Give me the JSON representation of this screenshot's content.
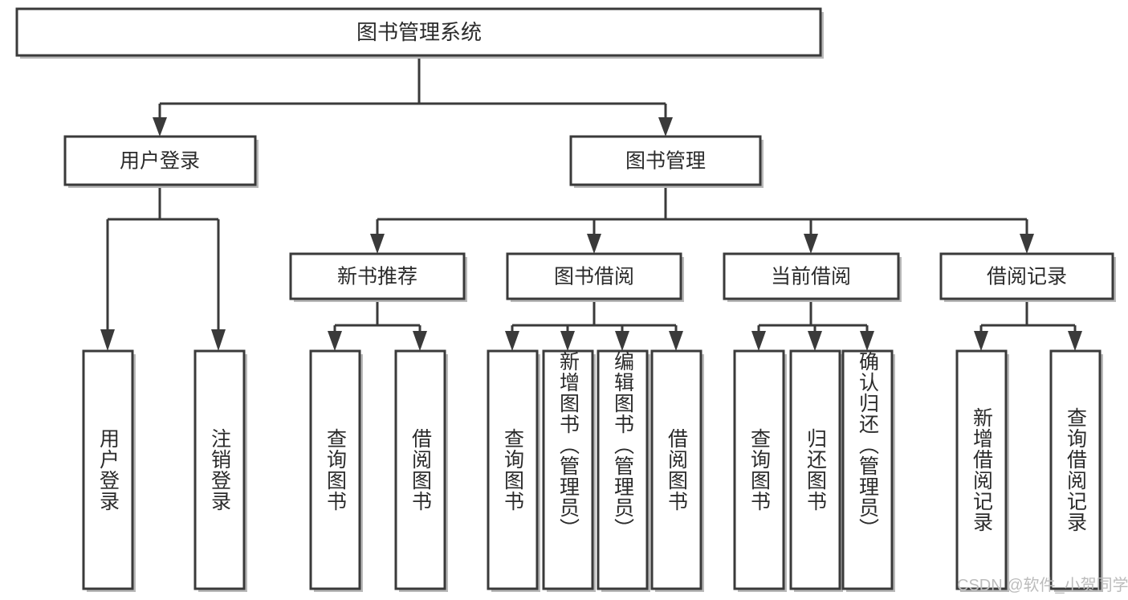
{
  "diagram": {
    "title": "图书管理系统",
    "type": "hierarchy-tree",
    "watermark": "CSDN @软件_小贺同学",
    "colors": {
      "stroke": "#3a3a3a",
      "box_fill": "#ffffff",
      "background": "#ffffff",
      "watermark": "#bcbcbc"
    },
    "root": {
      "label": "图书管理系统"
    },
    "level2": [
      {
        "label": "用户登录"
      },
      {
        "label": "图书管理"
      }
    ],
    "level3": [
      {
        "label": "新书推荐"
      },
      {
        "label": "图书借阅"
      },
      {
        "label": "当前借阅"
      },
      {
        "label": "借阅记录"
      }
    ],
    "leaves": {
      "user_login": [
        {
          "label": "用户登录"
        },
        {
          "label": "注销登录"
        }
      ],
      "new_book": [
        {
          "label": "查询图书"
        },
        {
          "label": "借阅图书"
        }
      ],
      "book_borrow": [
        {
          "label": "查询图书"
        },
        {
          "label": "新增图书（管理员）"
        },
        {
          "label": "编辑图书（管理员）"
        },
        {
          "label": "借阅图书"
        }
      ],
      "current_borrow": [
        {
          "label": "查询图书"
        },
        {
          "label": "归还图书"
        },
        {
          "label": "确认归还（管理员）"
        }
      ],
      "borrow_record": [
        {
          "label": "新增借阅记录"
        },
        {
          "label": "查询借阅记录"
        }
      ]
    }
  }
}
